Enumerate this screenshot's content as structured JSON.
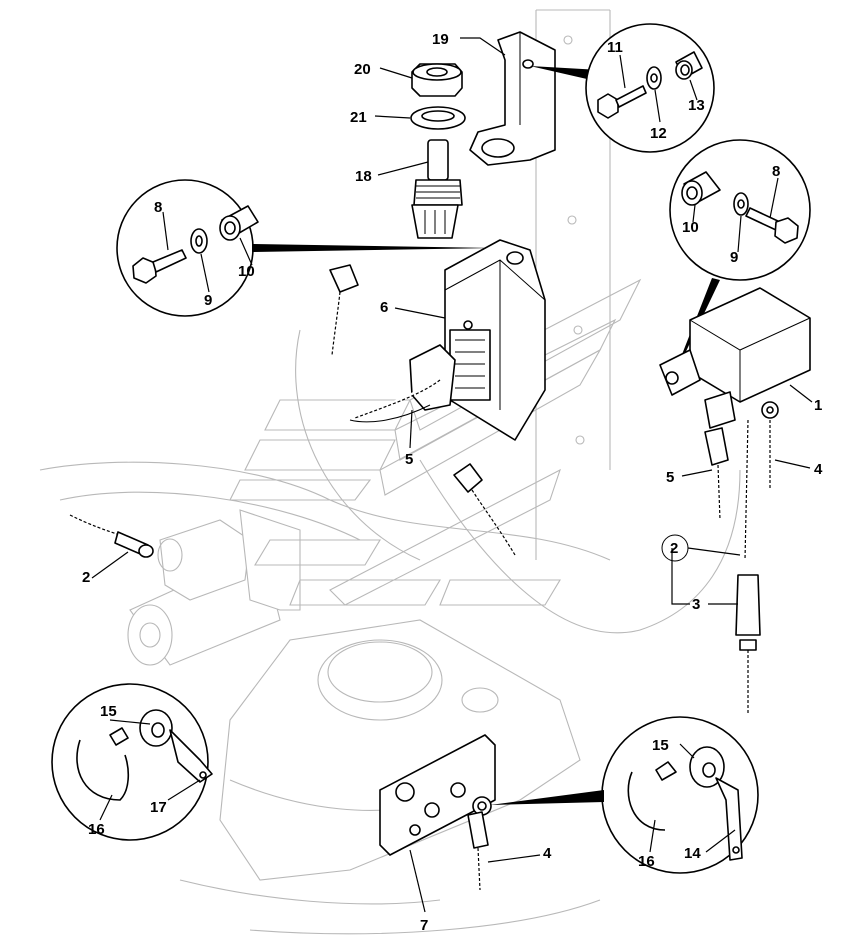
{
  "diagram": {
    "callouts": [
      {
        "id": "c19",
        "text": "19"
      },
      {
        "id": "c20",
        "text": "20"
      },
      {
        "id": "c21",
        "text": "21"
      },
      {
        "id": "c18",
        "text": "18"
      },
      {
        "id": "c11",
        "text": "11"
      },
      {
        "id": "c12",
        "text": "12"
      },
      {
        "id": "c13",
        "text": "13"
      },
      {
        "id": "c8a",
        "text": "8"
      },
      {
        "id": "c9a",
        "text": "9"
      },
      {
        "id": "c10a",
        "text": "10"
      },
      {
        "id": "c8b",
        "text": "8"
      },
      {
        "id": "c9b",
        "text": "9"
      },
      {
        "id": "c10b",
        "text": "10"
      },
      {
        "id": "c6",
        "text": "6"
      },
      {
        "id": "c5a",
        "text": "5"
      },
      {
        "id": "c1",
        "text": "1"
      },
      {
        "id": "c5b",
        "text": "5"
      },
      {
        "id": "c4a",
        "text": "4"
      },
      {
        "id": "c2a",
        "text": "2"
      },
      {
        "id": "c2b",
        "text": "2"
      },
      {
        "id": "c3",
        "text": "3"
      },
      {
        "id": "c15a",
        "text": "15"
      },
      {
        "id": "c16a",
        "text": "16"
      },
      {
        "id": "c17",
        "text": "17"
      },
      {
        "id": "c15b",
        "text": "15"
      },
      {
        "id": "c16b",
        "text": "16"
      },
      {
        "id": "c14",
        "text": "14"
      },
      {
        "id": "c4b",
        "text": "4"
      },
      {
        "id": "c7",
        "text": "7"
      }
    ]
  }
}
